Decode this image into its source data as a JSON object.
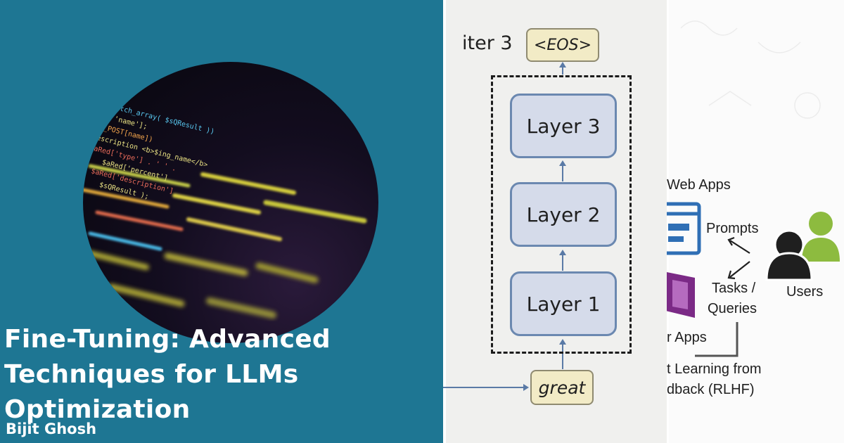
{
  "left": {
    "title_lines": [
      "Fine-Tuning: Advanced",
      "Techniques for LLMs",
      "Optimization"
    ],
    "author": "Bijit Ghosh",
    "background_color": "#1e7693",
    "code_fragments": [
      "fetch_array( $sQResult ))",
      "'name'];",
      "$_POST[name])",
      "$description <b>$ing_name</b>",
      "$aRed['type'] . ' ' .",
      "$aRed['percent']",
      "$aRed['description']",
      "$sQResult );"
    ]
  },
  "middle": {
    "iter_label": "iter 3",
    "output_token": "<EOS>",
    "input_token": "great",
    "layers": [
      "Layer 3",
      "Layer 2",
      "Layer 1"
    ]
  },
  "right": {
    "web_apps": "Web Apps",
    "prompts": "Prompts",
    "tasks": "Tasks /",
    "queries": "Queries",
    "users": "Users",
    "other_apps": "r Apps",
    "learning_line": "t Learning from",
    "feedback_line": "dback (RLHF)",
    "accent_color": "#8dbb3f",
    "purple_color": "#7b2a86"
  }
}
